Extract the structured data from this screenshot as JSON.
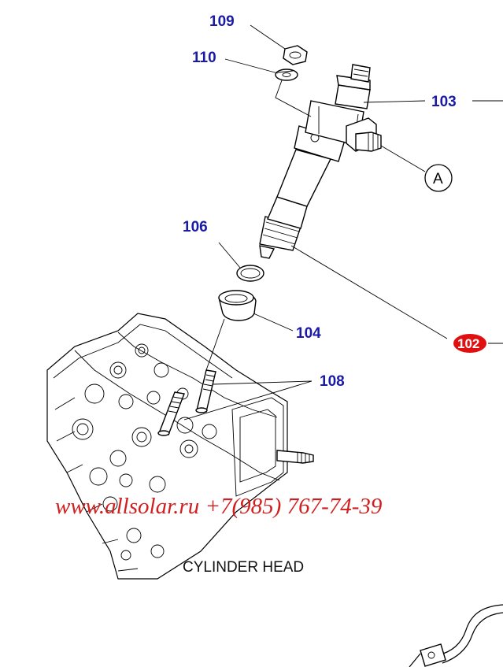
{
  "callouts": {
    "c109": "109",
    "c110": "110",
    "c103": "103",
    "c106": "106",
    "c104": "104",
    "c108": "108",
    "c102": "102"
  },
  "view_marker": "A",
  "caption": "CYLINDER HEAD",
  "watermark": "www.allsolar.ru +7(985) 767-74-39",
  "colors": {
    "callout": "#1a1aa6",
    "highlight": "#e01010",
    "watermark": "#d11e1e"
  }
}
